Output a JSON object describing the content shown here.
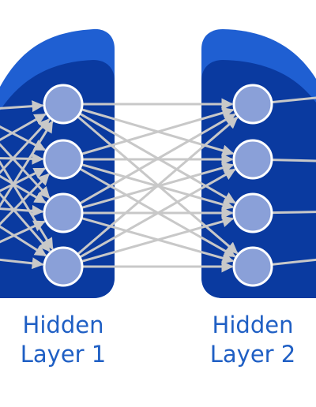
{
  "diagram": {
    "type": "neural-network-hidden-layers",
    "colors": {
      "panel_light": "#1f5fd2",
      "panel_dark": "#0a3aa0",
      "node_fill": "#8aa0d8",
      "node_stroke": "#ffffff",
      "edge": "#c8c8c8",
      "label": "#1f5fc4"
    },
    "layers": [
      {
        "id": "hidden-layer-1",
        "label_line1": "Hidden",
        "label_line2": "Layer 1",
        "node_count": 4
      },
      {
        "id": "hidden-layer-2",
        "label_line1": "Hidden",
        "label_line2": "Layer 2",
        "node_count": 4
      }
    ]
  }
}
